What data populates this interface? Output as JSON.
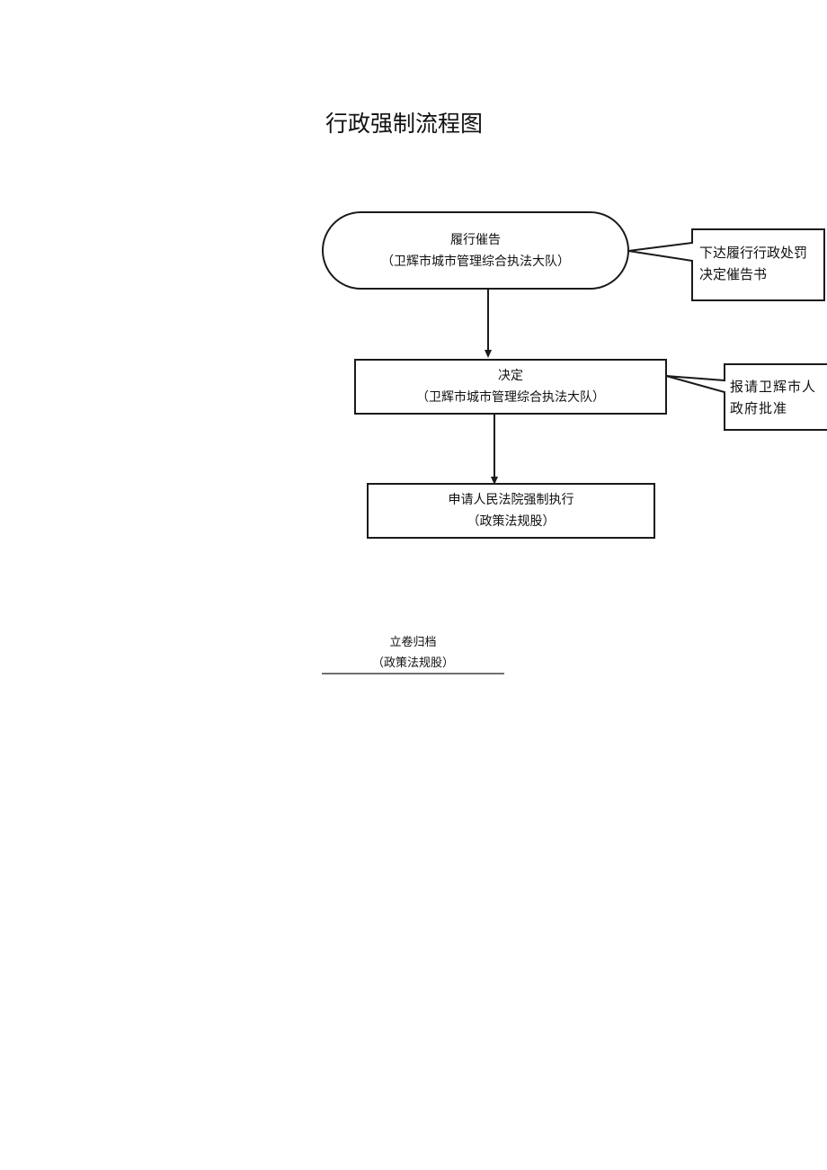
{
  "title": "行政强制流程图",
  "nodes": {
    "notice": {
      "line1": "履行催告",
      "line2": "（卫辉市城市管理综合执法大队）"
    },
    "decision": {
      "line1": "决定",
      "line2": "（卫辉市城市管理综合执法大队）"
    },
    "court": {
      "line1": "申请人民法院强制执行",
      "line2": "（政策法规股）"
    }
  },
  "notes": {
    "notice_note": {
      "line1": "下达履行行政处罚",
      "line2": "决定催告书"
    },
    "decision_note": {
      "line1": "报请卫辉市人",
      "line2": "政府批准"
    }
  },
  "archive": {
    "line1": "立卷归档",
    "line2": "（政策法规股）"
  },
  "colors": {
    "stroke": "#1a1a1a",
    "text": "#111111",
    "background": "#ffffff"
  }
}
